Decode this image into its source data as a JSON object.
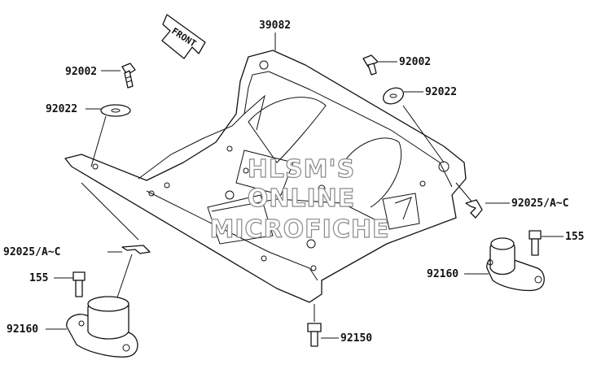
{
  "diagram": {
    "front_arrow_text": "FRONT",
    "watermark": [
      "HLSM'S",
      "ONLINE",
      "MICROFICHE"
    ],
    "callouts": {
      "frame": "39082",
      "bolt_left_top": "92002",
      "washer_left": "92022",
      "bolt_right_top": "92002",
      "washer_right": "92022",
      "clip_right": "92025/A~C",
      "bolt_right_mount": "155",
      "mount_right": "92160",
      "clip_left": "92025/A~C",
      "bolt_left_mount": "155",
      "mount_left": "92160",
      "bolt_bottom": "92150"
    }
  }
}
